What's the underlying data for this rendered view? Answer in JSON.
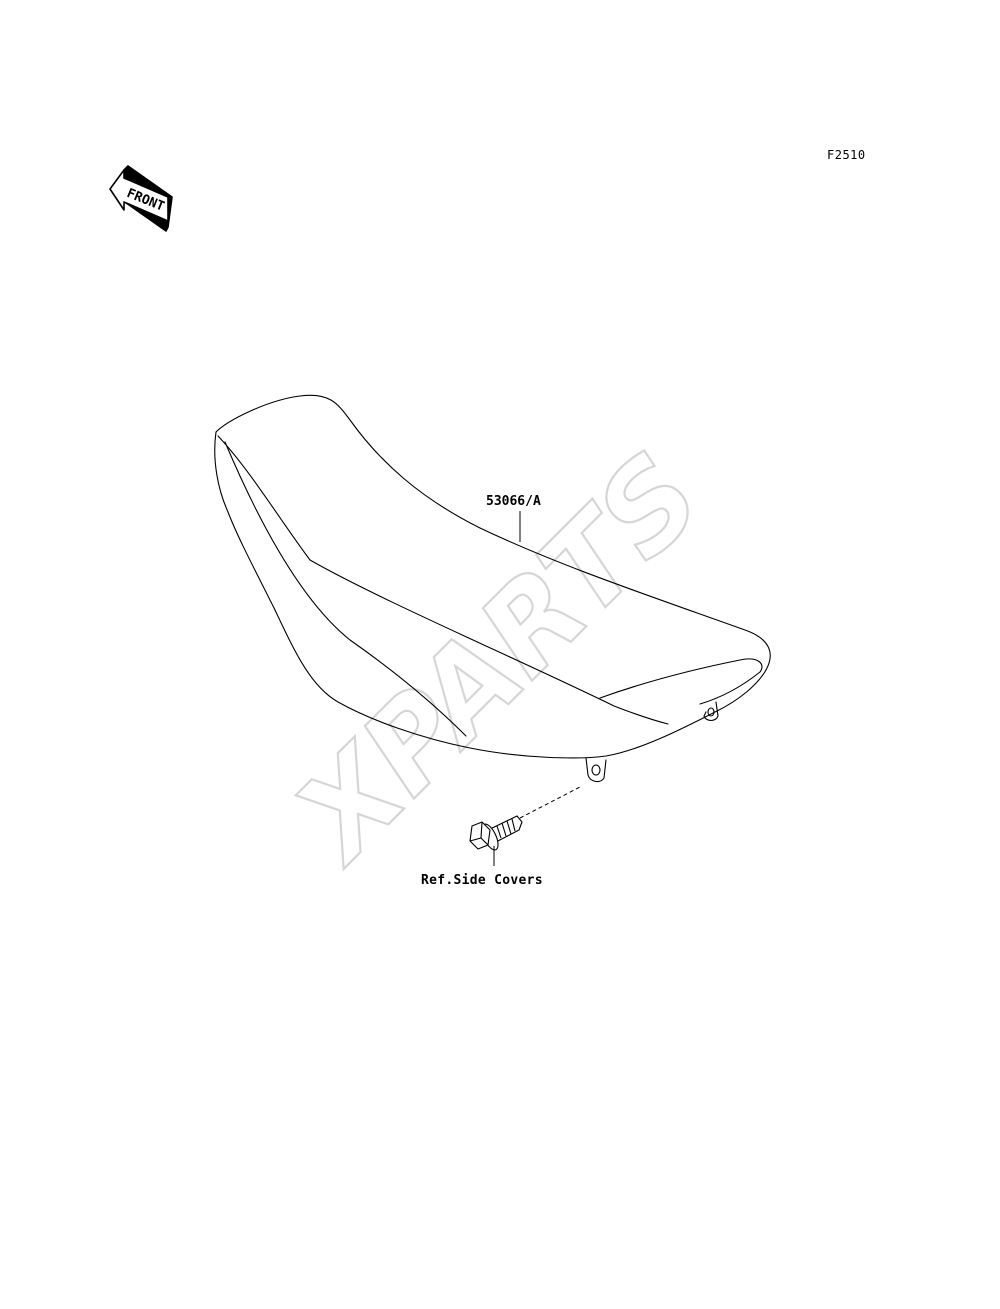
{
  "figure": {
    "code": "F2510",
    "front_arrow_text": "FRONT",
    "watermark_text": "XPARTS"
  },
  "callouts": {
    "seat_part_number": "53066/A",
    "bolt_reference": "Ref.Side Covers"
  },
  "colors": {
    "line": "#000000",
    "watermark": "#d6d6d6"
  }
}
